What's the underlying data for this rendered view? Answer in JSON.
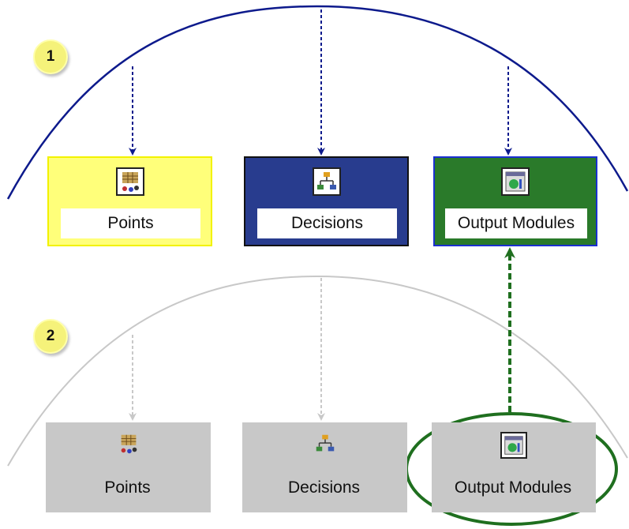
{
  "diagram": {
    "badges": [
      "1",
      "2"
    ],
    "top_row": [
      {
        "label": "Points",
        "icon": "points-grid-icon",
        "fill": "#ffff7a",
        "border": "#f2f200"
      },
      {
        "label": "Decisions",
        "icon": "decision-tree-icon",
        "fill": "#283c8e",
        "border": "#111111"
      },
      {
        "label": "Output Modules",
        "icon": "output-module-icon",
        "fill": "#2a7a2a",
        "border": "#1a2fd0"
      }
    ],
    "bottom_row": [
      {
        "label": "Points",
        "icon": "points-grid-icon",
        "fill": "#c8c8c8"
      },
      {
        "label": "Decisions",
        "icon": "decision-tree-icon",
        "fill": "#c8c8c8"
      },
      {
        "label": "Output Modules",
        "icon": "output-module-icon",
        "fill": "#c8c8c8"
      }
    ],
    "colors": {
      "arc_top": "#0d1a8c",
      "arc_bottom": "#c8c8c8",
      "arrow_top": "#0d1a8c",
      "arrow_bottom": "#c8c8c8",
      "highlight": "#1f6f1f",
      "badge_fill": "#f5f27a"
    }
  }
}
